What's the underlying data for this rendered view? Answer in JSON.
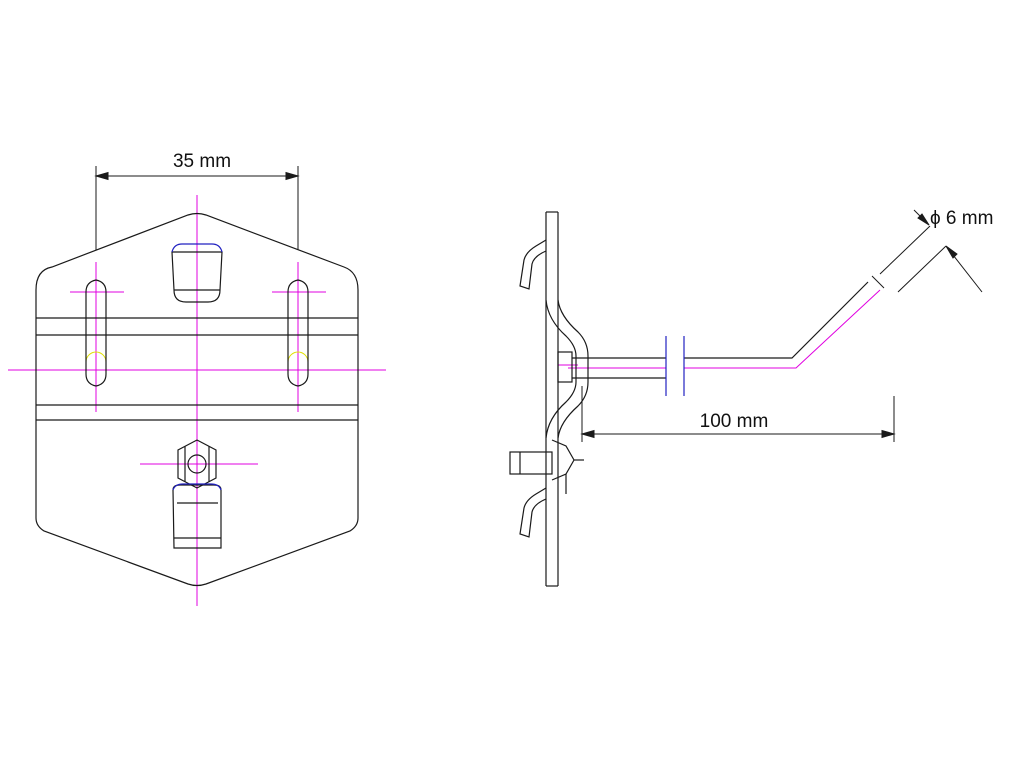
{
  "dimensions": {
    "hole_spacing": "35 mm",
    "arm_length": "100 mm",
    "wire_diameter": "ϕ 6 mm"
  },
  "colors": {
    "outline": "#1a1a1a",
    "centerline": "#e000e0",
    "highlight": "#2020c0",
    "hidden": "#e0e000"
  }
}
